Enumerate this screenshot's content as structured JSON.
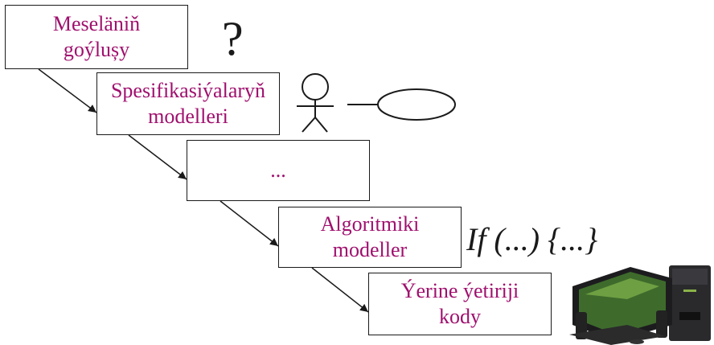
{
  "steps": [
    {
      "text": "Meseläniň\ngoýlușy"
    },
    {
      "text": "Spesifikasiýalaryň\nmodelleri"
    },
    {
      "text": "..."
    },
    {
      "text": "Algoritmiki\nmodeller"
    },
    {
      "text": "Ýerine ýetiriji\nkody"
    }
  ],
  "question_mark": "?",
  "code_snippet": "If (...) {...}",
  "icons": [
    "actor-icon",
    "use-case-ellipse-icon",
    "computer-icon"
  ],
  "colors": {
    "step_text": "#a0106e",
    "line": "#1a1a1a"
  }
}
